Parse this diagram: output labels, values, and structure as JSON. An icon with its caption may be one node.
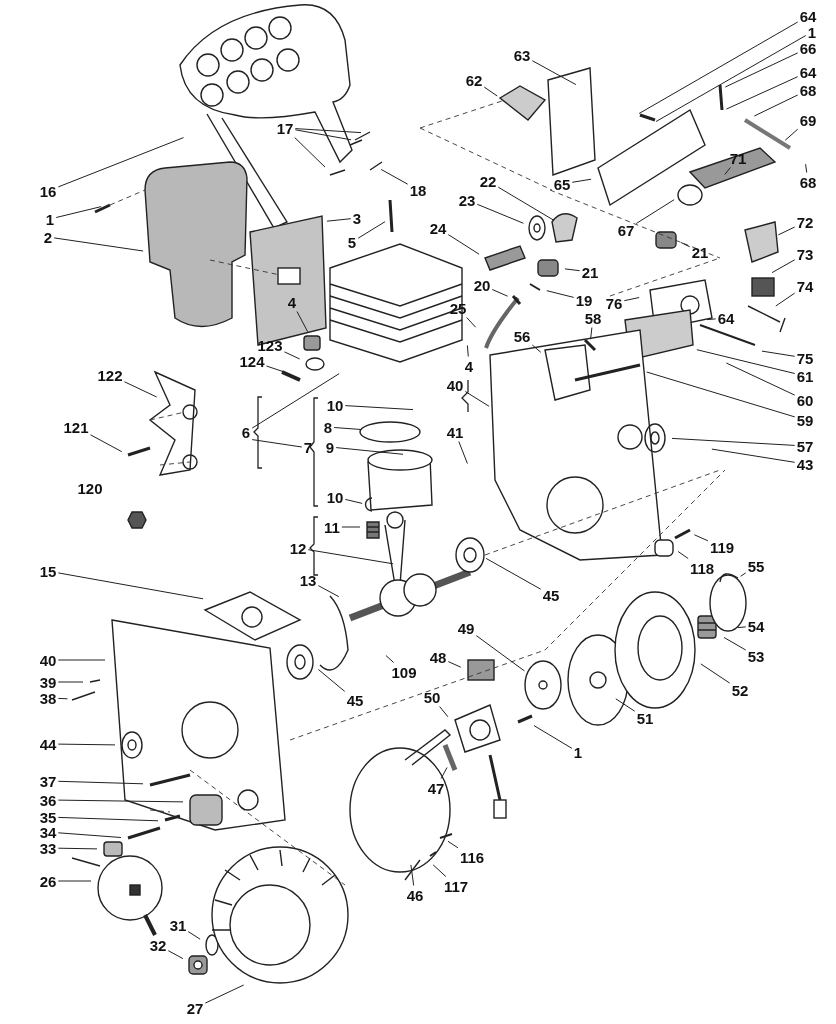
{
  "diagram": {
    "nodes": [
      {
        "text": [
          "64"
        ]
      },
      {
        "text": [
          "1"
        ]
      },
      {
        "text": [
          "66"
        ]
      },
      {
        "text": [
          "64"
        ]
      },
      {
        "text": [
          "68"
        ]
      },
      {
        "text": [
          "69"
        ]
      },
      {
        "text": [
          "68"
        ]
      },
      {
        "text": [
          "63"
        ]
      },
      {
        "text": [
          "62"
        ]
      },
      {
        "text": [
          "71"
        ]
      },
      {
        "text": [
          "65"
        ]
      },
      {
        "text": [
          "22"
        ]
      },
      {
        "text": [
          "23"
        ]
      },
      {
        "text": [
          "67"
        ]
      },
      {
        "text": [
          "21"
        ]
      },
      {
        "text": [
          "72"
        ]
      },
      {
        "text": [
          "24"
        ]
      },
      {
        "text": [
          "21"
        ]
      },
      {
        "text": [
          "73"
        ]
      },
      {
        "text": [
          "20"
        ]
      },
      {
        "text": [
          "19"
        ]
      },
      {
        "text": [
          "74"
        ]
      },
      {
        "text": [
          "76"
        ]
      },
      {
        "text": [
          "64"
        ]
      },
      {
        "text": [
          "58"
        ]
      },
      {
        "text": [
          "25"
        ]
      },
      {
        "text": [
          "4"
        ]
      },
      {
        "text": [
          "56"
        ]
      },
      {
        "text": [
          "75"
        ]
      },
      {
        "text": [
          "61"
        ]
      },
      {
        "text": [
          "60"
        ]
      },
      {
        "text": [
          "59"
        ]
      },
      {
        "text": [
          "57"
        ]
      },
      {
        "text": [
          "43"
        ]
      },
      {
        "text": [
          "16"
        ]
      },
      {
        "text": [
          "17"
        ]
      },
      {
        "text": [
          "18"
        ]
      },
      {
        "text": [
          "1"
        ]
      },
      {
        "text": [
          "2"
        ]
      },
      {
        "text": [
          "3"
        ]
      },
      {
        "text": [
          "5"
        ]
      },
      {
        "text": [
          "4"
        ]
      },
      {
        "text": [
          "123"
        ]
      },
      {
        "text": [
          "124"
        ]
      },
      {
        "text": [
          "122"
        ]
      },
      {
        "text": [
          "6"
        ]
      },
      {
        "text": [
          "7"
        ]
      },
      {
        "text": [
          "10"
        ]
      },
      {
        "text": [
          "8"
        ]
      },
      {
        "text": [
          "9"
        ]
      },
      {
        "text": [
          "10"
        ]
      },
      {
        "text": [
          "11"
        ]
      },
      {
        "text": [
          "12"
        ]
      },
      {
        "text": [
          "13"
        ]
      },
      {
        "text": [
          "15"
        ]
      },
      {
        "text": [
          "40"
        ]
      },
      {
        "text": [
          "41"
        ]
      },
      {
        "text": [
          "45"
        ]
      },
      {
        "text": [
          "119"
        ]
      },
      {
        "text": [
          "118"
        ]
      },
      {
        "text": [
          "55"
        ]
      },
      {
        "text": [
          "54"
        ]
      },
      {
        "text": [
          "53"
        ]
      },
      {
        "text": [
          "52"
        ]
      },
      {
        "text": [
          "51"
        ]
      },
      {
        "text": [
          "49"
        ]
      },
      {
        "text": [
          "48"
        ]
      },
      {
        "text": [
          "50"
        ]
      },
      {
        "text": [
          "1"
        ]
      },
      {
        "text": [
          "47"
        ]
      },
      {
        "text": [
          "109"
        ]
      },
      {
        "text": [
          "45"
        ]
      },
      {
        "text": [
          "40"
        ]
      },
      {
        "text": [
          "39"
        ]
      },
      {
        "text": [
          "38"
        ]
      },
      {
        "text": [
          "44"
        ]
      },
      {
        "text": [
          "37"
        ]
      },
      {
        "text": [
          "36"
        ]
      },
      {
        "text": [
          "35"
        ]
      },
      {
        "text": [
          "34"
        ]
      },
      {
        "text": [
          "33"
        ]
      },
      {
        "text": [
          "26"
        ]
      },
      {
        "text": [
          "116"
        ]
      },
      {
        "text": [
          "117"
        ]
      },
      {
        "text": [
          "46"
        ]
      },
      {
        "text": [
          "31"
        ]
      },
      {
        "text": [
          "32"
        ]
      },
      {
        "text": [
          "27"
        ]
      },
      {
        "text": [
          "121"
        ]
      },
      {
        "text": [
          "120"
        ]
      }
    ],
    "edges": [
      {
        "from": 0,
        "to": null,
        "arrow": "none"
      },
      {
        "from": 1,
        "to": null,
        "arrow": "none"
      },
      {
        "from": 2,
        "to": null,
        "arrow": "none"
      },
      {
        "from": 3,
        "to": null,
        "arrow": "none"
      },
      {
        "from": 4,
        "to": null,
        "arrow": "none"
      },
      {
        "from": 5,
        "to": null,
        "arrow": "none"
      },
      {
        "from": 6,
        "to": null,
        "arrow": "none"
      },
      {
        "from": 7,
        "to": null,
        "arrow": "none"
      },
      {
        "from": 8,
        "to": null,
        "arrow": "none"
      },
      {
        "from": 9,
        "to": null,
        "arrow": "none"
      },
      {
        "from": 10,
        "to": null,
        "arrow": "none"
      },
      {
        "from": 11,
        "to": null,
        "arrow": "none"
      },
      {
        "from": 12,
        "to": null,
        "arrow": "none"
      },
      {
        "from": 13,
        "to": null,
        "arrow": "none"
      },
      {
        "from": 14,
        "to": null,
        "arrow": "none"
      },
      {
        "from": 15,
        "to": null,
        "arrow": "none"
      },
      {
        "from": 16,
        "to": null,
        "arrow": "none"
      },
      {
        "from": 17,
        "to": null,
        "arrow": "none"
      },
      {
        "from": 18,
        "to": null,
        "arrow": "none"
      },
      {
        "from": 19,
        "to": null,
        "arrow": "none"
      },
      {
        "from": 20,
        "to": null,
        "arrow": "none"
      },
      {
        "from": 21,
        "to": null,
        "arrow": "none"
      },
      {
        "from": 22,
        "to": null,
        "arrow": "none"
      },
      {
        "from": 23,
        "to": null,
        "arrow": "none"
      },
      {
        "from": 24,
        "to": null,
        "arrow": "none"
      },
      {
        "from": 25,
        "to": null,
        "arrow": "none"
      },
      {
        "from": 26,
        "to": null,
        "arrow": "none"
      },
      {
        "from": 27,
        "to": null,
        "arrow": "none"
      },
      {
        "from": 28,
        "to": null,
        "arrow": "none"
      },
      {
        "from": 29,
        "to": null,
        "arrow": "none"
      },
      {
        "from": 30,
        "to": null,
        "arrow": "none"
      },
      {
        "from": 31,
        "to": null,
        "arrow": "none"
      },
      {
        "from": 32,
        "to": null,
        "arrow": "none"
      },
      {
        "from": 33,
        "to": null,
        "arrow": "none"
      },
      {
        "from": 34,
        "to": null,
        "arrow": "none"
      },
      {
        "from": 35,
        "to": null,
        "arrow": "none"
      },
      {
        "from": 35,
        "to": null,
        "arrow": "none"
      },
      {
        "from": 35,
        "to": null,
        "arrow": "none"
      },
      {
        "from": 36,
        "to": null,
        "arrow": "none"
      },
      {
        "from": 37,
        "to": null,
        "arrow": "none"
      },
      {
        "from": 38,
        "to": null,
        "arrow": "none"
      },
      {
        "from": 39,
        "to": null,
        "arrow": "none"
      },
      {
        "from": 40,
        "to": null,
        "arrow": "none"
      },
      {
        "from": 41,
        "to": null,
        "arrow": "none"
      },
      {
        "from": 42,
        "to": null,
        "arrow": "none"
      },
      {
        "from": 43,
        "to": null,
        "arrow": "none"
      },
      {
        "from": 44,
        "to": null,
        "arrow": "none"
      },
      {
        "from": 45,
        "to": null,
        "arrow": "none"
      },
      {
        "from": 46,
        "to": 45,
        "arrow": "none"
      },
      {
        "from": 47,
        "to": null,
        "arrow": "none"
      },
      {
        "from": 48,
        "to": null,
        "arrow": "none"
      },
      {
        "from": 49,
        "to": null,
        "arrow": "none"
      },
      {
        "from": 50,
        "to": null,
        "arrow": "none"
      },
      {
        "from": 51,
        "to": null,
        "arrow": "none"
      },
      {
        "from": 52,
        "to": null,
        "arrow": "none"
      },
      {
        "from": 53,
        "to": null,
        "arrow": "none"
      },
      {
        "from": 54,
        "to": null,
        "arrow": "none"
      },
      {
        "from": 55,
        "to": null,
        "arrow": "none"
      },
      {
        "from": 56,
        "to": null,
        "arrow": "none"
      },
      {
        "from": 57,
        "to": null,
        "arrow": "none"
      },
      {
        "from": 58,
        "to": null,
        "arrow": "none"
      },
      {
        "from": 59,
        "to": null,
        "arrow": "none"
      },
      {
        "from": 60,
        "to": null,
        "arrow": "none"
      },
      {
        "from": 61,
        "to": null,
        "arrow": "none"
      },
      {
        "from": 62,
        "to": null,
        "arrow": "none"
      },
      {
        "from": 63,
        "to": null,
        "arrow": "none"
      },
      {
        "from": 64,
        "to": null,
        "arrow": "none"
      },
      {
        "from": 65,
        "to": null,
        "arrow": "none"
      },
      {
        "from": 66,
        "to": null,
        "arrow": "none"
      },
      {
        "from": 67,
        "to": null,
        "arrow": "none"
      },
      {
        "from": 68,
        "to": null,
        "arrow": "none"
      },
      {
        "from": 69,
        "to": null,
        "arrow": "none"
      },
      {
        "from": 70,
        "to": null,
        "arrow": "none"
      },
      {
        "from": 71,
        "to": null,
        "arrow": "none"
      },
      {
        "from": 72,
        "to": null,
        "arrow": "none"
      },
      {
        "from": 73,
        "to": null,
        "arrow": "none"
      },
      {
        "from": 74,
        "to": null,
        "arrow": "none"
      },
      {
        "from": 75,
        "to": null,
        "arrow": "none"
      },
      {
        "from": 76,
        "to": null,
        "arrow": "none"
      },
      {
        "from": 77,
        "to": null,
        "arrow": "none"
      },
      {
        "from": 78,
        "to": null,
        "arrow": "none"
      },
      {
        "from": 79,
        "to": null,
        "arrow": "none"
      },
      {
        "from": 80,
        "to": null,
        "arrow": "none"
      },
      {
        "from": 81,
        "to": null,
        "arrow": "none"
      },
      {
        "from": 82,
        "to": null,
        "arrow": "none"
      },
      {
        "from": 83,
        "to": null,
        "arrow": "none"
      },
      {
        "from": 84,
        "to": null,
        "arrow": "none"
      },
      {
        "from": 85,
        "to": null,
        "arrow": "none"
      },
      {
        "from": 86,
        "to": null,
        "arrow": "none"
      },
      {
        "from": 87,
        "to": null,
        "arrow": "none"
      },
      {
        "from": 88,
        "to": null,
        "arrow": "none"
      }
    ]
  }
}
